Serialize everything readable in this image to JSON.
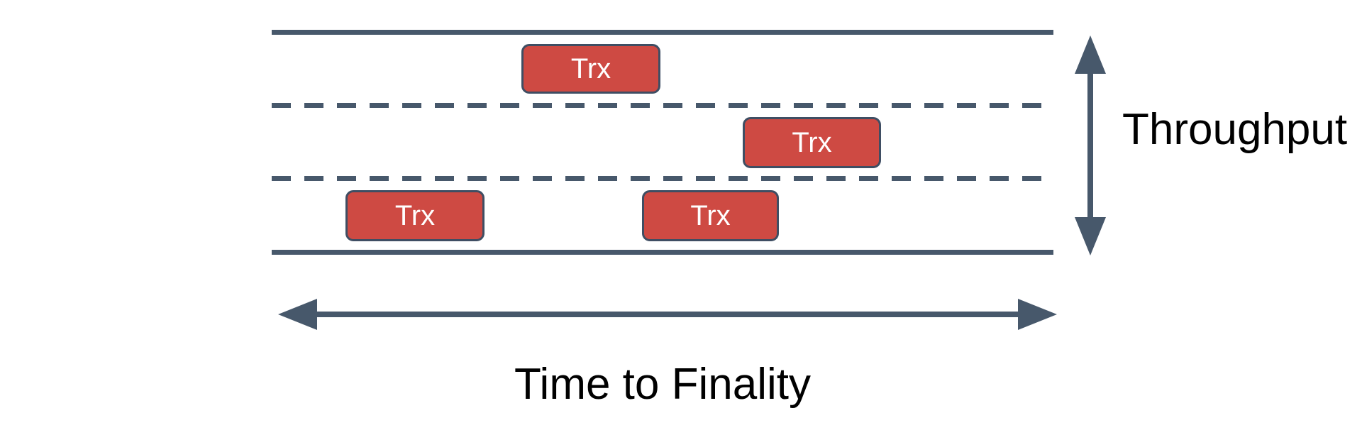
{
  "diagram": {
    "transactions": [
      {
        "label": "Trx",
        "lane": 1
      },
      {
        "label": "Trx",
        "lane": 2
      },
      {
        "label": "Trx",
        "lane": 3
      },
      {
        "label": "Trx",
        "lane": 3
      }
    ],
    "axes": {
      "vertical_label": "Throughput",
      "horizontal_label": "Time to Finality"
    },
    "lanes": {
      "count": 3,
      "solid_edge_lines": 2,
      "dashed_divider_lines": 2
    }
  },
  "colors": {
    "line_color": "#47586B",
    "box_fill": "#CE4A43",
    "box_border": "#3F4E63",
    "box_text": "#FFFFFF",
    "label_text": "#000000",
    "bg": "#FFFFFF"
  }
}
